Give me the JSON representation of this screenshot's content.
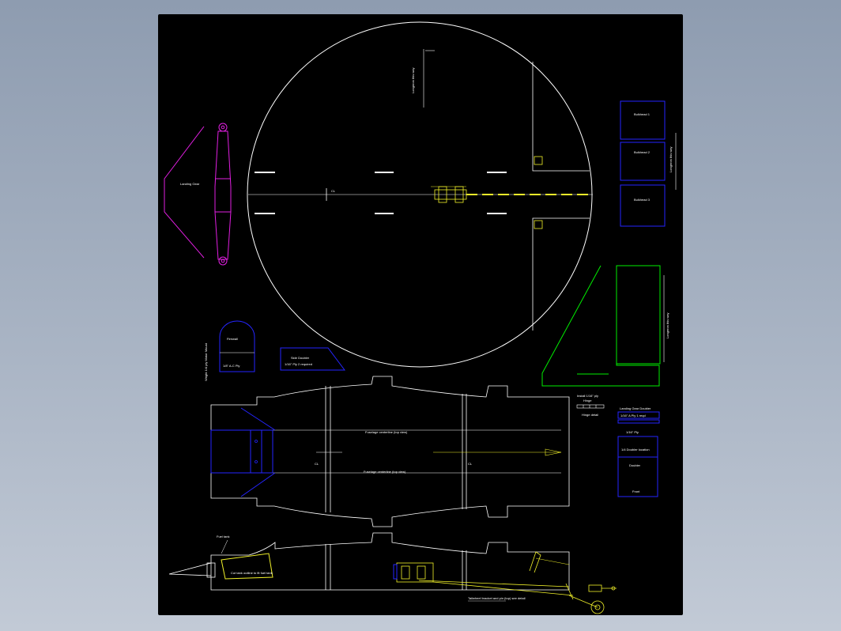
{
  "colors": {
    "background": "#000000",
    "white": "#ffffff",
    "magenta": "#e11fe1",
    "blue": "#2525ff",
    "green": "#00ee00",
    "yellow": "#f2f22a",
    "page_gradient_top": "#8e9cb0",
    "page_gradient_bottom": "#c2cad6"
  },
  "labels": {
    "landing_gear": "Landing Gear",
    "firewall": "Firewall",
    "firewall_ply": "1/8\" A-C Ply",
    "firewall_side": "Wright 1/4 ply Motor Mount",
    "side_doubler": "Side Doubler",
    "side_doubler_note": "1/16\" Ply  2 required",
    "bulkhead_1": "Bulkhead 1",
    "bulkhead_2": "Bulkhead 2",
    "bulkhead_3": "Bulkhead 3",
    "stringer_top": "Longeron this way",
    "stringer_right": "Longeron this way",
    "stringer_green": "Longeron this way",
    "landing_gear_doubler": "Landing Gear Doubler",
    "landing_gear_doubler_note": "1/16\" A Ply  1 reqd",
    "hinge_detail": "Hinge detail",
    "hinge_note": "Install 1/16\" ply",
    "hinge_small": "Hinge",
    "doubler_ply": "1/16\" Ply",
    "doubler_location": "1/4 Doubler location",
    "doubler_label": "Doubler",
    "doubler_front": "Front",
    "fuselage_center_top": "Fuselage centerline (top view)",
    "fuselage_center_bottom": "Fuselage centerline (top view)",
    "fuel_tank": "Fuel tank",
    "fuel_tank_note": "Cut tank outline to fit fuel tank",
    "tailwheel_note": "Tailwheel bracket and pin (top) see detail",
    "center_mark": "CL",
    "cl_left": "CL",
    "cl_right": "CL"
  }
}
